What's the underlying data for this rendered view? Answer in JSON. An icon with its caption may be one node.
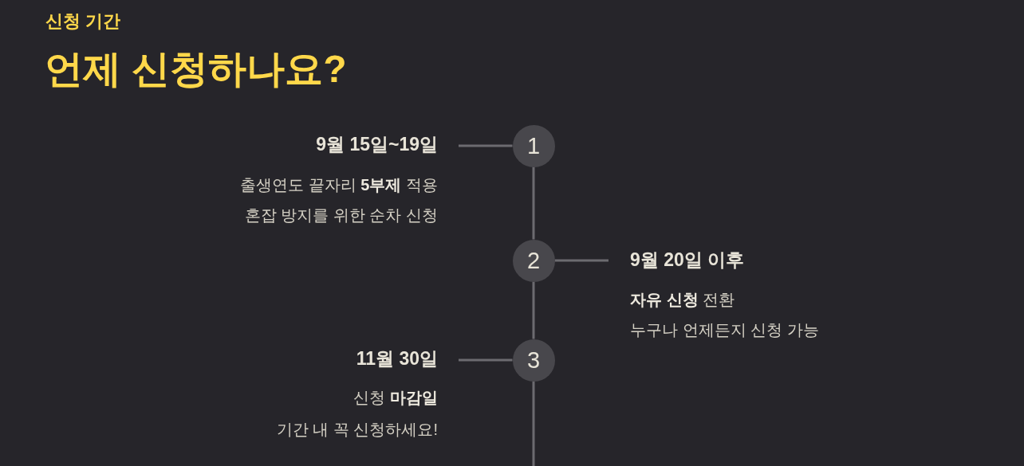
{
  "diagram": {
    "title": "언제 신청하나요?",
    "nodes": [
      {
        "text": [
          "9월 15일~19일",
          "출생연도 끝자리 **5부제** 적용",
          "혼잡 방지를 위한 순차 신청"
        ]
      },
      {
        "text": [
          "1"
        ]
      },
      {
        "text": [
          "2"
        ]
      },
      {
        "text": [
          "9월 20일 이후",
          "**자유 신청** 전환",
          "누구나 언제든지 신청 가능"
        ]
      },
      {
        "text": [
          "11월 30일",
          "신청 **마감일**",
          "기간 내 꼭 신청하세요!"
        ]
      },
      {
        "text": [
          "3"
        ]
      }
    ],
    "edges": [
      {
        "from": 0,
        "to": 1,
        "arrow": "none"
      },
      {
        "from": 1,
        "to": 2,
        "arrow": "none"
      },
      {
        "from": 2,
        "to": 3,
        "arrow": "none"
      },
      {
        "from": 2,
        "to": 5,
        "arrow": "none"
      },
      {
        "from": 4,
        "to": 5,
        "arrow": "none"
      },
      {
        "from": 5,
        "to": null,
        "arrow": "none"
      }
    ],
    "labels": [
      "신청 기간"
    ]
  }
}
